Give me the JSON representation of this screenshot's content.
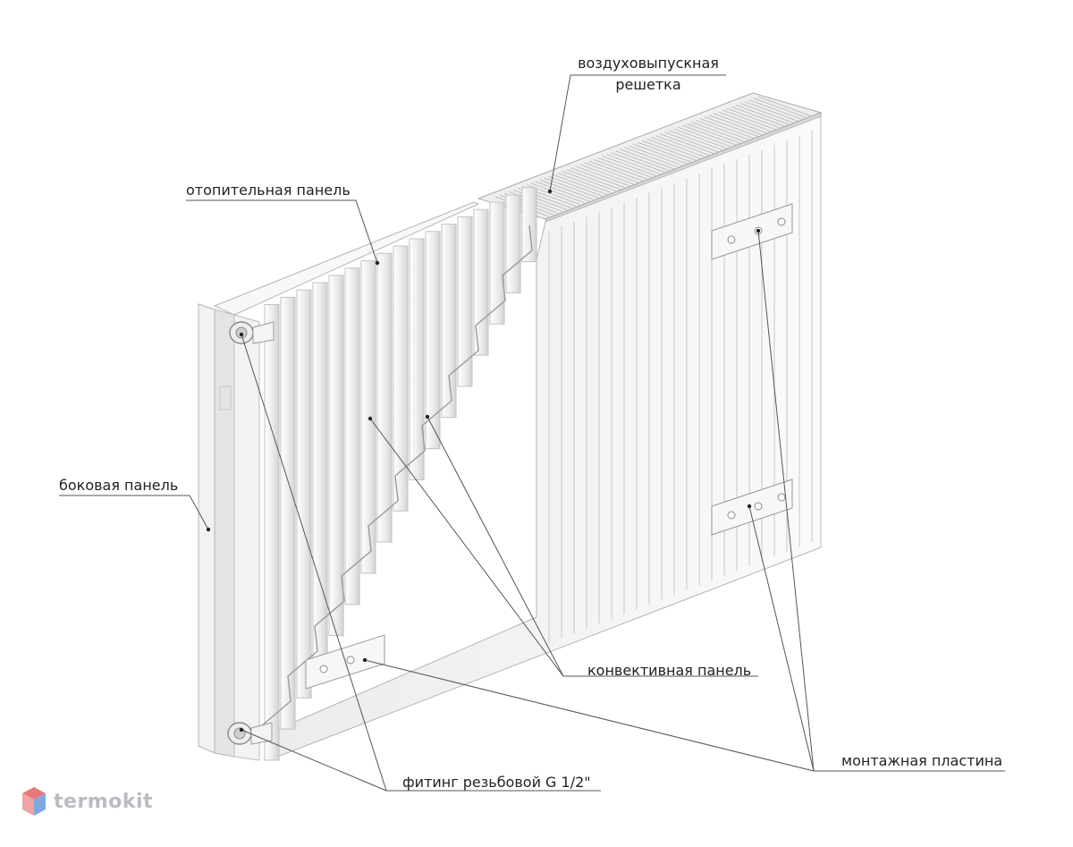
{
  "labels": {
    "vent_grille_line1": "воздуховыпускная",
    "vent_grille_line2": "решетка",
    "heating_panel": "отопительная панель",
    "side_panel": "боковая панель",
    "convection_panel": "конвективная панель",
    "mounting_plate": "монтажная пластина",
    "fitting": "фитинг резьбовой G 1/2\""
  },
  "brand": {
    "name": "termokit"
  },
  "colors": {
    "background": "#ffffff",
    "radiator_fill": "#f6f6f6",
    "radiator_edge": "#b5b5b5",
    "leader_line": "#555555",
    "text": "#222222",
    "brand_text": "#b9bcc2",
    "brand_logo_red": "#e8797a",
    "brand_logo_blue": "#7ea8e0"
  }
}
